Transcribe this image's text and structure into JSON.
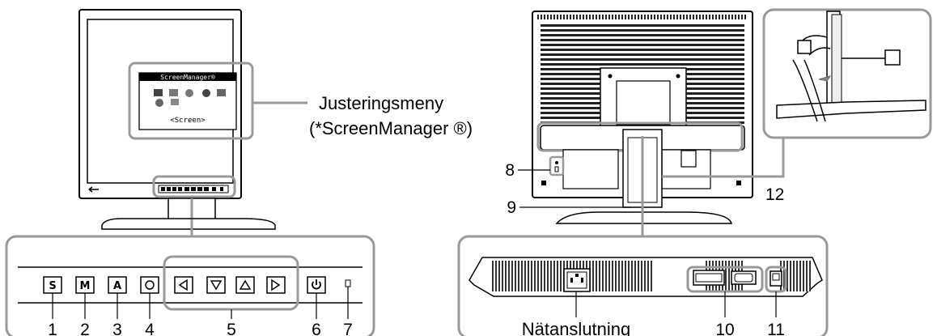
{
  "menu_label": {
    "line1": "Justeringsmeny",
    "line2": "(*ScreenManager ®)"
  },
  "osd": {
    "title": "ScreenManager®",
    "footer": "<Screen>"
  },
  "front_buttons": [
    {
      "num": "1",
      "icon": "s-icon"
    },
    {
      "num": "2",
      "icon": "m-icon"
    },
    {
      "num": "3",
      "icon": "a-icon"
    },
    {
      "num": "4",
      "icon": "circle-icon"
    },
    {
      "num": "5",
      "icon": "arrow-keys-icon"
    },
    {
      "num": "6",
      "icon": "power-icon"
    },
    {
      "num": "7",
      "icon": "power-led-icon"
    }
  ],
  "rear_labels": {
    "lock": "8",
    "stand": "9",
    "cable_holder": "12",
    "dvi_dsub": "10",
    "usb": "11",
    "power": "Nätanslutning"
  }
}
